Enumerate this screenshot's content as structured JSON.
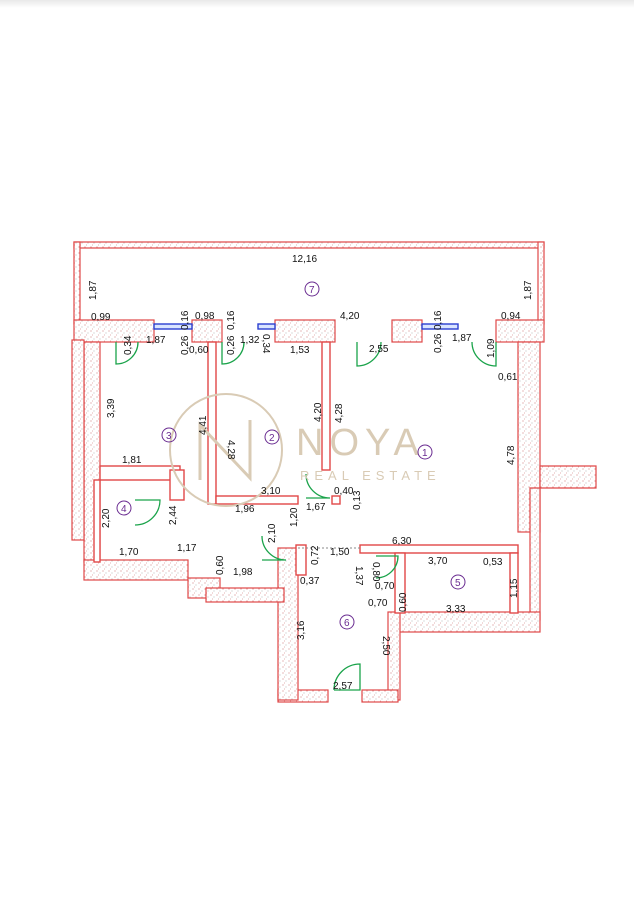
{
  "watermark": {
    "brand": "NOYA",
    "subtitle": "REAL ESTATE"
  },
  "rooms": [
    "1",
    "2",
    "3",
    "4",
    "5",
    "6",
    "7"
  ],
  "dims": {
    "terrace_width": "12,16",
    "terrace_left_h": "1,87",
    "terrace_right_h": "1,87",
    "d099": "0,99",
    "d034": "0,34",
    "d187a": "1,87",
    "d026a": "0,26",
    "d016a": "0,16",
    "d060a": "0,60",
    "d098": "0,98",
    "d016b": "0,16",
    "d026b": "0,26",
    "d132": "1,32",
    "d034b": "0,34",
    "d153": "1,53",
    "d420top": "4,20",
    "d255": "2,55",
    "d026c": "0,26",
    "d016c": "0,16",
    "d187b": "1,87",
    "d094": "0,94",
    "d109": "1,09",
    "d061": "0,61",
    "d339": "3,39",
    "d441": "4,41",
    "d428a": "4,28",
    "d420v": "4,20",
    "d428b": "4,28",
    "d478": "4,78",
    "d181": "1,81",
    "d310": "3,10",
    "d040": "0,40",
    "d013": "0,13",
    "d244": "2,44",
    "d220": "2,20",
    "d196": "1,96",
    "d167": "1,67",
    "d120": "1,20",
    "d210": "2,10",
    "d170": "1,70",
    "d117": "1,17",
    "d060b": "0,60",
    "d198": "1,98",
    "d630": "6,30",
    "d150": "1,50",
    "d072": "0,72",
    "d037": "0,37",
    "d370": "3,70",
    "d053": "0,53",
    "d137": "1,37",
    "d080": "0,80",
    "d070a": "0,70",
    "d070b": "0,70",
    "d115": "1,15",
    "d060c": "0,60",
    "d333": "3,33",
    "d316": "3,16",
    "d250": "2,50",
    "d257": "2,57"
  },
  "colors": {
    "wall": "#e04848",
    "door": "#1aa34a",
    "window": "#2a3fd0",
    "room_label": "#6a2c91",
    "watermark": "#d9cbb5"
  }
}
